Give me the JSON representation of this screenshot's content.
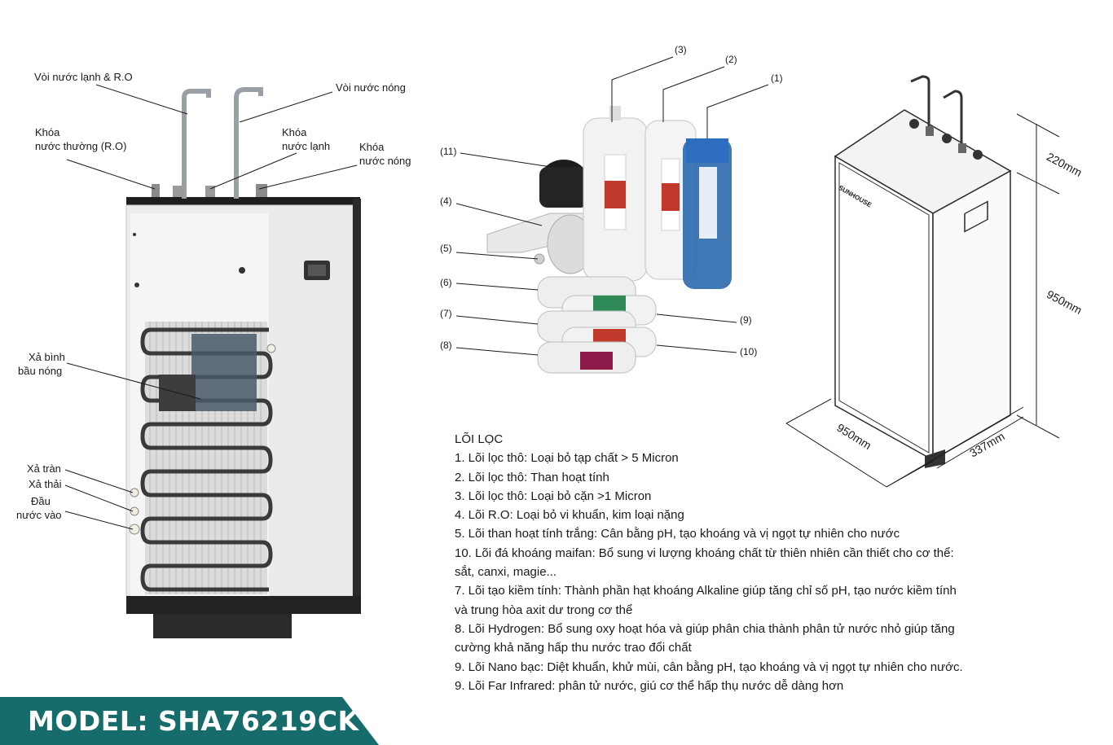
{
  "callouts": {
    "cold_ro_tap": "Vòi nước lạnh & R.O",
    "hot_tap": "Vòi nước nóng",
    "ro_valve_line1": "Khóa",
    "ro_valve_line2": "nước thường (R.O)",
    "cold_valve_line1": "Khóa",
    "cold_valve_line2": "nước lạnh",
    "hot_valve_line1": "Khóa",
    "hot_valve_line2": "nước nóng",
    "hot_tank_drain_line1": "Xả bình",
    "hot_tank_drain_line2": "bầu nóng",
    "overflow": "Xả tràn",
    "waste": "Xả thải",
    "inlet_line1": "Đầu",
    "inlet_line2": "nước vào"
  },
  "filter_numbers": [
    "(1)",
    "(2)",
    "(3)",
    "(4)",
    "(5)",
    "(6)",
    "(7)",
    "(8)",
    "(9)",
    "(10)",
    "(11)"
  ],
  "dimensions": {
    "top": "220mm",
    "height": "950mm",
    "depth": "950mm",
    "width": "337mm"
  },
  "brand_text": "SUNHOUSE",
  "legend": {
    "title": "LÕI LỌC",
    "lines": [
      "1. Lõi lọc thô: Loại bỏ tạp chất > 5 Micron",
      "2. Lõi lọc thô: Than hoạt tính",
      "3. Lõi lọc thô: Loại bỏ cặn >1 Micron",
      "4. Lõi R.O: Loại bỏ vi khuẩn, kim loại nặng",
      "5. Lõi than hoạt tính trắng: Cân bằng pH, tạo khoáng và vị ngọt tự nhiên cho nước",
      "10. Lõi đá khoáng maifan: Bổ sung vi lượng khoáng chất từ thiên nhiên cần thiết cho cơ thể:",
      "sắt, canxi, magie...",
      "7. Lõi tạo kiềm tính: Thành phần hạt khoáng Alkaline giúp tăng chỉ số pH, tạo nước kiềm tính",
      "và trung hòa axit dư trong cơ thể",
      "8. Lõi Hydrogen: Bổ sung oxy hoạt hóa và giúp phân chia thành phân tử nước nhỏ giúp tăng",
      "cường khả năng hấp thu nước trao đổi chất",
      "9. Lõi Nano bạc: Diệt khuẩn, khử mùi, cân bằng pH, tạo khoáng và vị ngọt tự nhiên cho nước.",
      "9. Lõi Far Infrared: phân tử nước, giú cơ thể hấp thụ nước dễ dàng hơn"
    ]
  },
  "model": "MODEL: SHA76219CK",
  "colors": {
    "banner": "#166b6b",
    "cabinet_side": "#ececec",
    "cabinet_edge": "#2b2b2b",
    "coil": "#3a3a3a",
    "filter_clear": "#f2f2f2",
    "filter_blue": "#1f5fa8",
    "filter_red_label": "#c0392b",
    "ink": "#1a1a1a"
  }
}
